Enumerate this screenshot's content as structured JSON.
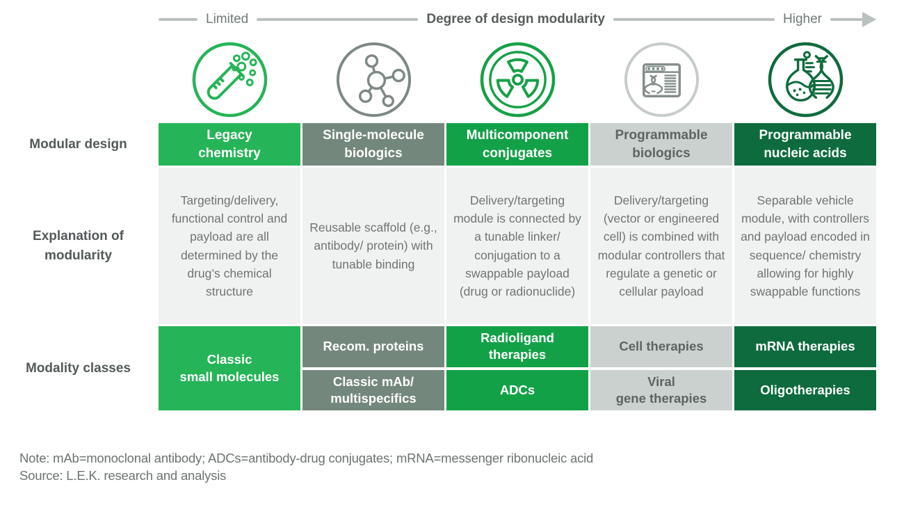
{
  "axis": {
    "left_label": "Limited",
    "title": "Degree of design modularity",
    "right_label": "Higher"
  },
  "row_labels": {
    "design": "Modular design",
    "explanation": "Explanation of modularity",
    "modality": "Modality classes"
  },
  "columns": [
    {
      "icon": "test-tube-icon",
      "title": "Legacy\nchemistry",
      "explanation": "Targeting/delivery, functional control and payload are all determined by the drug’s chemical structure",
      "modalities": [
        "Classic\nsmall molecules"
      ]
    },
    {
      "icon": "molecule-icon",
      "title": "Single-molecule\nbiologics",
      "explanation": "Reusable scaffold (e.g., antibody/ protein) with tunable binding",
      "modalities": [
        "Recom. proteins",
        "Classic mAb/\nmultispecifics"
      ]
    },
    {
      "icon": "radiation-icon",
      "title": "Multicomponent\nconjugates",
      "explanation": "Delivery/targeting module is connected by a tunable linker/ conjugation to a swappable payload (drug or radionuclide)",
      "modalities": [
        "Radioligand\ntherapies",
        "ADCs"
      ]
    },
    {
      "icon": "dna-browser-icon",
      "title": "Programmable\nbiologics",
      "explanation": "Delivery/targeting (vector or engineered cell) is combined with modular controllers that regulate a genetic or cellular payload",
      "modalities": [
        "Cell therapies",
        "Viral\ngene therapies"
      ]
    },
    {
      "icon": "flask-dna-icon",
      "title": "Programmable\nnucleic acids",
      "explanation": "Separable vehicle module, with controllers and payload encoded in sequence/ chemistry allowing for highly swappable functions",
      "modalities": [
        "mRNA therapies",
        "Oligotherapies"
      ]
    }
  ],
  "footer": {
    "note": "Note: mAb=monoclonal antibody; ADCs=antibody-drug conjugates; mRNA=messenger ribonucleic acid",
    "source": "Source: L.E.K. research and analysis"
  },
  "colors": {
    "bright_green": "#25b457",
    "gray_green": "#74877c",
    "medium_green": "#13a148",
    "light_gray": "#cbd1ce",
    "dark_green": "#0e6b3e",
    "explanation_bg": "#f0f2f1",
    "axis_gray": "#b9c1bd",
    "label_text": "#54595a",
    "body_text": "#6e7472"
  }
}
